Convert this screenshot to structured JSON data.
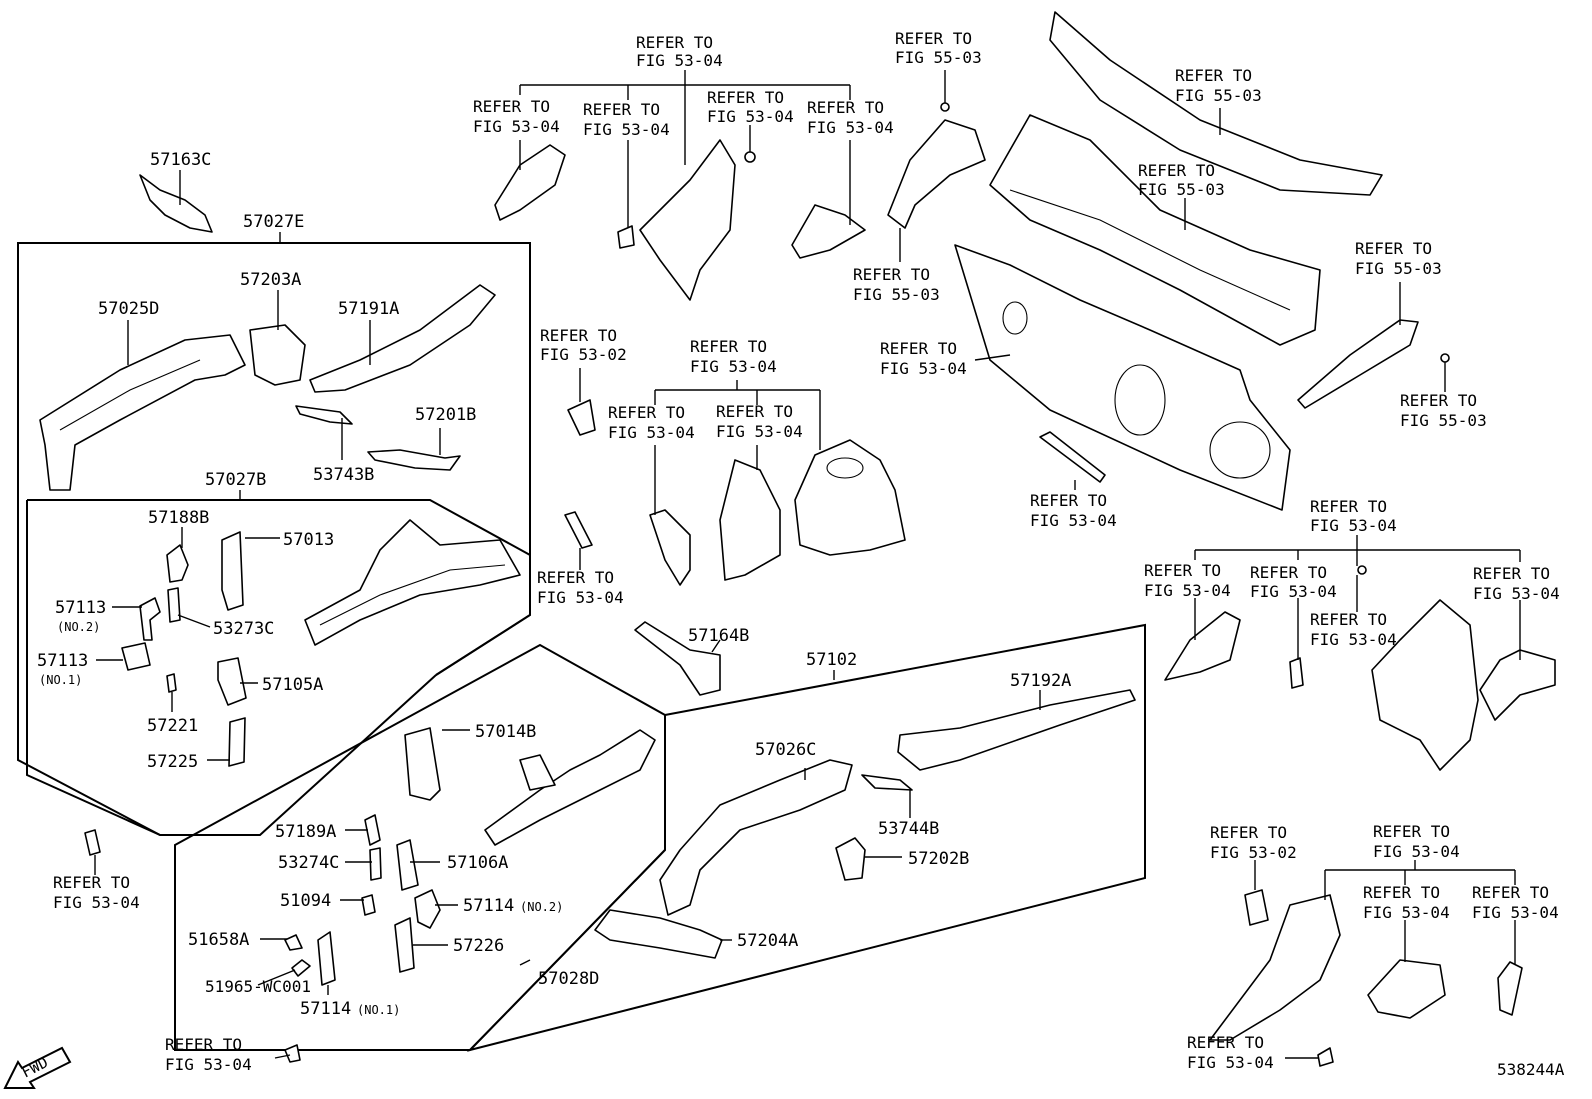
{
  "diagram_id": "538244A",
  "fwd": "FWD",
  "labels": {
    "p57163C": "57163C",
    "p57027E": "57027E",
    "p57025D": "57025D",
    "p57203A": "57203A",
    "p57191A": "57191A",
    "p57201B": "57201B",
    "p53743B": "53743B",
    "p57027B": "57027B",
    "p57188B": "57188B",
    "p57013": "57013",
    "p57113a": "57113",
    "p57113a_sub": "(NO.2)",
    "p53273C": "53273C",
    "p57113b": "57113",
    "p57113b_sub": "(NO.1)",
    "p57105A": "57105A",
    "p57221": "57221",
    "p57225": "57225",
    "p57164B": "57164B",
    "p57102": "57102",
    "p57192A": "57192A",
    "p57014B": "57014B",
    "p57026C": "57026C",
    "p53744B": "53744B",
    "p57189A": "57189A",
    "p53274C": "53274C",
    "p57106A": "57106A",
    "p57202B": "57202B",
    "p51094": "51094",
    "p57114b": "57114",
    "p57114b_sub": "(NO.2)",
    "p51658A": "51658A",
    "p57226": "57226",
    "p57204A": "57204A",
    "p51965": "51965-WC001",
    "p57114a": "57114",
    "p57114a_sub": "(NO.1)",
    "p57028D": "57028D"
  },
  "refer": {
    "r01": [
      "REFER TO",
      "FIG 53-04"
    ],
    "r02": [
      "REFER TO",
      "FIG 53-04"
    ],
    "r03": [
      "REFER TO",
      "FIG 53-04"
    ],
    "r04": [
      "REFER TO",
      "FIG 53-04"
    ],
    "r05": [
      "REFER TO",
      "FIG 53-04"
    ],
    "r06": [
      "REFER TO",
      "FIG 55-03"
    ],
    "r07": [
      "REFER TO",
      "FIG 55-03"
    ],
    "r08": [
      "REFER TO",
      "FIG 55-03"
    ],
    "r09": [
      "REFER TO",
      "FIG 55-03"
    ],
    "r10": [
      "REFER TO",
      "FIG 53-02"
    ],
    "r11": [
      "REFER TO",
      "FIG 53-04"
    ],
    "r12": [
      "REFER TO",
      "FIG 53-04"
    ],
    "r13": [
      "REFER TO",
      "FIG 53-04"
    ],
    "r14": [
      "REFER TO",
      "FIG 53-04"
    ],
    "r15": [
      "REFER TO",
      "FIG 55-03"
    ],
    "r16": [
      "REFER TO",
      "FIG 55-03"
    ],
    "r17": [
      "REFER TO",
      "FIG 53-04"
    ],
    "r18": [
      "REFER TO",
      "FIG 53-04"
    ],
    "r19": [
      "REFER TO",
      "FIG 53-04"
    ],
    "r20": [
      "REFER TO",
      "FIG 53-04"
    ],
    "r21": [
      "REFER TO",
      "FIG 53-04"
    ],
    "r22": [
      "REFER TO",
      "FIG 53-04"
    ],
    "r23": [
      "REFER TO",
      "FIG 53-04"
    ],
    "r24": [
      "REFER TO",
      "FIG 53-04"
    ],
    "r25": [
      "REFER TO",
      "FIG 53-02"
    ],
    "r26": [
      "REFER TO",
      "FIG 53-04"
    ],
    "r27": [
      "REFER TO",
      "FIG 53-04"
    ],
    "r28": [
      "REFER TO",
      "FIG 53-04"
    ],
    "r29": [
      "REFER TO",
      "FIG 53-04"
    ],
    "r30": [
      "REFER TO",
      "FIG 53-04"
    ]
  }
}
